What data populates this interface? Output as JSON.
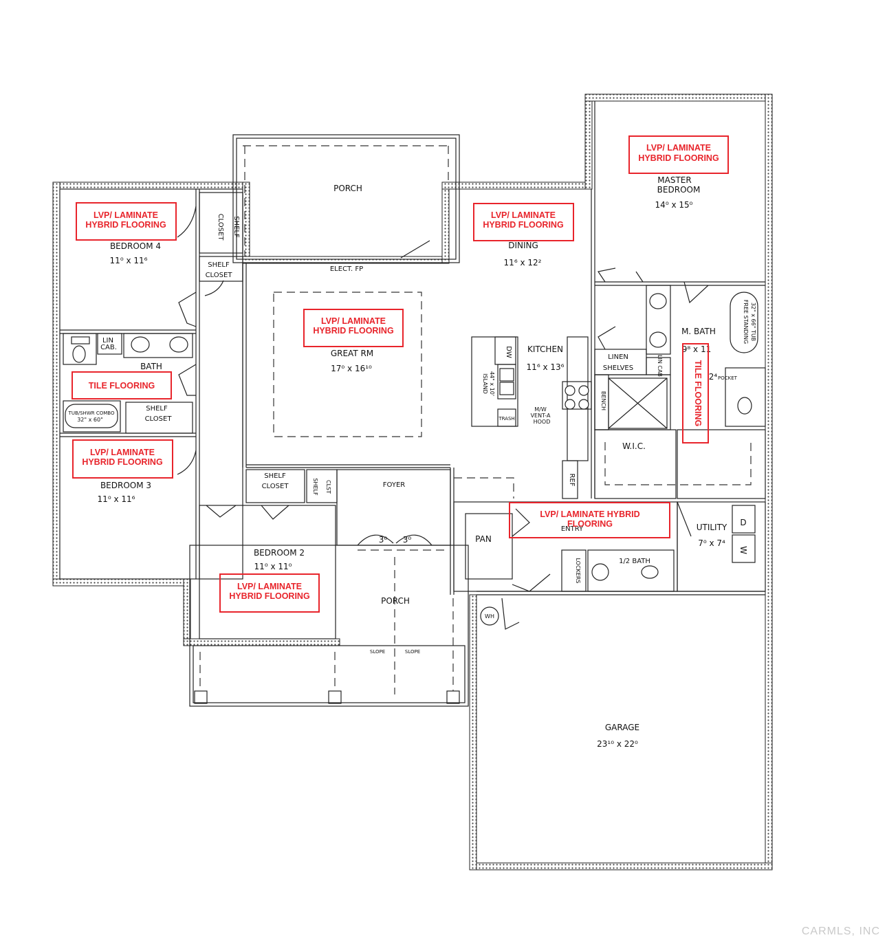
{
  "rooms": {
    "porch_rear": "PORCH",
    "master_bedroom_l1": "MASTER",
    "master_bedroom_l2": "BEDROOM",
    "master_bedroom_dim": "14⁰ x 15⁰",
    "dining": "DINING",
    "dining_dim": "11⁶ x 12²",
    "bedroom4": "BEDROOM 4",
    "bedroom4_dim": "11⁰ x 11⁶",
    "great_rm": "GREAT RM",
    "great_rm_dim": "17⁰ x 16¹⁰",
    "kitchen": "KITCHEN",
    "kitchen_dim": "11⁶ x 13⁶",
    "bath": "BATH",
    "m_bath": "M. BATH",
    "m_bath_dim": "9⁸ x 11",
    "bedroom3": "BEDROOM 3",
    "bedroom3_dim": "11⁰ x 11⁶",
    "wic": "W.I.C.",
    "foyer": "FOYER",
    "pan": "PAN",
    "entry": "ENTRY",
    "utility": "UTILITY",
    "utility_dim": "7⁰ x 7⁴",
    "bedroom2": "BEDROOM 2",
    "bedroom2_dim": "11⁰ x 11⁰",
    "half_bath": "1/2 BATH",
    "porch_front": "PORCH",
    "garage": "GARAGE",
    "garage_dim": "23¹⁰ x 22⁰"
  },
  "fixtures": {
    "closet": "CLOSET",
    "shelf": "SHELF",
    "elect_fp": "ELECT. FP",
    "lin_cab_1": "LIN",
    "lin_cab_2": "CAB.",
    "tub_combo_1": "TUB/SHWR COMBO",
    "tub_combo_2": "32\" x 60\"",
    "free_standing_1": "FREE STANDING",
    "free_standing_2": "32\" x 66\" TUB",
    "linen": "LINEN",
    "shelves": "SHELVES",
    "lin_cab_master": "LIN CAB",
    "dw": "DW",
    "island_1": "ISLAND",
    "island_2": "44\" x 10'",
    "trash": "TRASH",
    "mw_1": "M/W",
    "mw_2": "VENT-A",
    "mw_3": "HOOD",
    "bench": "BENCH",
    "ref": "REF",
    "pocket_dim": "2⁴",
    "pocket": "POCKET",
    "shelf_clst_1": "SHELF",
    "shelf_clst_2": "CLST",
    "door_1": "3⁰",
    "door_2": "3⁰",
    "dryer": "D",
    "washer": "W",
    "lockers": "LOCKERS",
    "wh": "WH",
    "slope_1": "SLOPE",
    "slope_2": "SLOPE"
  },
  "flooring": {
    "master": [
      "LVP/ LAMINATE",
      "HYBRID FLOORING"
    ],
    "dining": [
      "LVP/ LAMINATE",
      "HYBRID FLOORING"
    ],
    "bedroom4": [
      "LVP/ LAMINATE",
      "HYBRID FLOORING"
    ],
    "great_rm": [
      "LVP/ LAMINATE",
      "HYBRID FLOORING"
    ],
    "bath": "TILE FLOORING",
    "m_bath": "TILE FLOORING",
    "bedroom3": [
      "LVP/ LAMINATE",
      "HYBRID FLOORING"
    ],
    "entry": [
      "LVP/ LAMINATE HYBRID",
      "FLOORING"
    ],
    "bedroom2": [
      "LVP/ LAMINATE",
      "HYBRID FLOORING"
    ]
  },
  "colors": {
    "annotation": "#e8242b",
    "line": "#222222"
  },
  "watermark": "CARMLS, INC"
}
